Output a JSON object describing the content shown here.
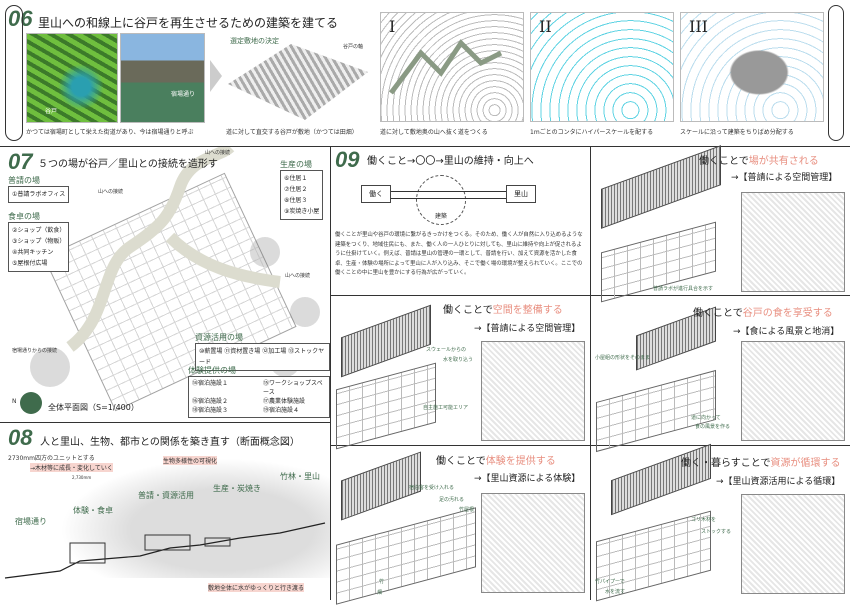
{
  "s06": {
    "num": "06",
    "title": "里山への和線上に谷戸を再生させるための建築を建てる",
    "map_label": "谷戸",
    "street_label": "宿場通り",
    "terrain_label": "選定敷地の決定",
    "terrain_note": "谷戸の軸",
    "cap1": "かつては宿場町として栄えた街道があり、今は宿場通りと呼ぶ",
    "cap2": "道に対して直交する谷戸が敷地（かつては田畑）",
    "panels": [
      {
        "label": "I",
        "caption": "道に対して敷地奥の山へ抜く道をつくる"
      },
      {
        "label": "II",
        "caption": "1mごとのコンタにハイパースケールを配する"
      },
      {
        "label": "III",
        "caption": "スケールに沿って建築をちりばめ分配する"
      }
    ]
  },
  "s07": {
    "num": "07",
    "title": "５つの場が谷戸／里山との接続を造形す",
    "fields": [
      {
        "title": "普請の場",
        "items": [
          "①普請ラボオフィス"
        ]
      },
      {
        "title": "食卓の場",
        "items": [
          "②ショップ（飲食）",
          "③ショップ（物販）",
          "④共同キッチン",
          "⑤屋根付広場"
        ]
      },
      {
        "title": "生産の場",
        "items": [
          "⑥住居１",
          "⑦住居２",
          "⑧住居３",
          "⑨炭焼き小屋"
        ]
      },
      {
        "title": "資源活用の場",
        "items": [
          "⑩薪置場 ⑪資材置き場 ⑫加工場 ⑬ストックヤード"
        ]
      },
      {
        "title": "体験提供の場",
        "items": [
          "⑭宿泊施設１",
          "⑮ワークショップスペース",
          "⑯宿泊施設２",
          "⑰農業体験施設",
          "⑱宿泊施設３",
          "⑲宿泊施設４"
        ]
      }
    ],
    "labels": [
      "山への接続",
      "山への接続",
      "山への接続",
      "宿場通りからの接続"
    ],
    "plan_title": "全体平面図（S=1/400）",
    "north": "N"
  },
  "s08": {
    "num": "08",
    "title": "人と里山、生物、都市との関係を築き直す（断面概念図）",
    "note1": "2730mm四方のユニットとする",
    "note2": "→木材等に成長・変化していく",
    "note3": "生物多様性の可視化",
    "unit": "2,730mm",
    "zones": [
      "宿場通り",
      "体験・食卓",
      "普請・資源活用",
      "生産・炭焼き",
      "竹林・里山"
    ],
    "water": "敷地全体に水がゆっくりと行き渡る"
  },
  "s09": {
    "num": "09",
    "title": "働くこと→〇〇→里山の維持・向上へ",
    "left": "働く",
    "right": "里山",
    "center": "建築",
    "body": "働くことが里山や谷戸の環境に繋がるきっかけをつくる。そのため、働く人が自然に入り込めるような建築をつくり、地域住民にも、また、働く人の一人ひとりに対しても、里山に維持や向上が促されるように仕掛けていく。例えば、普請は里山の管理の一環として、普請を行い、加えて資源を活かした食卓、生産・体験の場所によって里山に人が入り込み、そこで働く場の環境が整えられていく。ここでの働くことの中に里山を豊かにする行為が広がっていく。"
  },
  "panels": [
    {
      "lead": "働くことで",
      "accent": "場が共有される",
      "sub": "→【普請による空間管理】",
      "notes": [
        "普請ラボが進行具合を示す"
      ]
    },
    {
      "lead": "働くことで",
      "accent": "空間を整備する",
      "sub": "→【普請による空間管理】",
      "notes": [
        "スウェールからの",
        "水を取り込う",
        "自主施工可能エリア"
      ]
    },
    {
      "lead": "働くことで",
      "accent": "谷戸の食を享受する",
      "sub": "→【食による風景と地消】",
      "notes": [
        "小屋組の形状をそのまま",
        "道に向かって",
        "食の風景を作る"
      ]
    },
    {
      "lead": "働くことで",
      "accent": "体験を提供する",
      "sub": "→【里山資源による体験】",
      "notes": [
        "宿泊客を受け入れる",
        "足の汚れる",
        "竹屋根",
        "竹",
        "畑"
      ]
    },
    {
      "lead": "働く・暮らすことで",
      "accent": "資源が循環する",
      "sub": "→【里山資源活用による循環】",
      "notes": [
        "ゴリ木材を",
        "ストックする",
        "竹パイプーで",
        "水を流す"
      ]
    }
  ],
  "colors": {
    "accent": "#e88f80",
    "green": "#3f6b4c"
  }
}
